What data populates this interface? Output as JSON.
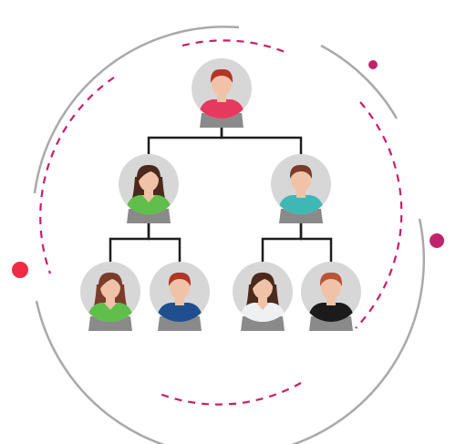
{
  "colors": {
    "ring": "#a9a9a9",
    "dash": "#c81d6c",
    "dot_red": "#ef2b46",
    "dot_magenta": "#c1236b",
    "node_bg": "#d7d7d7",
    "stand": "#8a8a8a",
    "connector": "#1e1e1e",
    "skin": "#f0c2a7",
    "hair_brown": "#7a3c2b",
    "hair_dark": "#4a2a1c"
  },
  "nodes": [
    {
      "id": "root",
      "gender": "male",
      "hair": "#b23526",
      "shirt": "#e6395e"
    },
    {
      "id": "left-manager",
      "gender": "female",
      "hair": "#4a2a1c",
      "shirt": "#5fbf4a"
    },
    {
      "id": "right-manager",
      "gender": "male",
      "hair": "#7a3c2b",
      "shirt": "#3fb7b5"
    },
    {
      "id": "staff-1",
      "gender": "female",
      "hair": "#7a3c2b",
      "shirt": "#5fbf4a"
    },
    {
      "id": "staff-2",
      "gender": "male",
      "hair": "#b23526",
      "shirt": "#1f4f8f"
    },
    {
      "id": "staff-3",
      "gender": "female",
      "hair": "#4a2a1c",
      "shirt": "#eef0f2"
    },
    {
      "id": "staff-4",
      "gender": "male",
      "hair": "#b9533a",
      "shirt": "#1b1b1b"
    }
  ],
  "edges": [
    [
      "root",
      "left-manager"
    ],
    [
      "root",
      "right-manager"
    ],
    [
      "left-manager",
      "staff-1"
    ],
    [
      "left-manager",
      "staff-2"
    ],
    [
      "right-manager",
      "staff-3"
    ],
    [
      "right-manager",
      "staff-4"
    ]
  ]
}
